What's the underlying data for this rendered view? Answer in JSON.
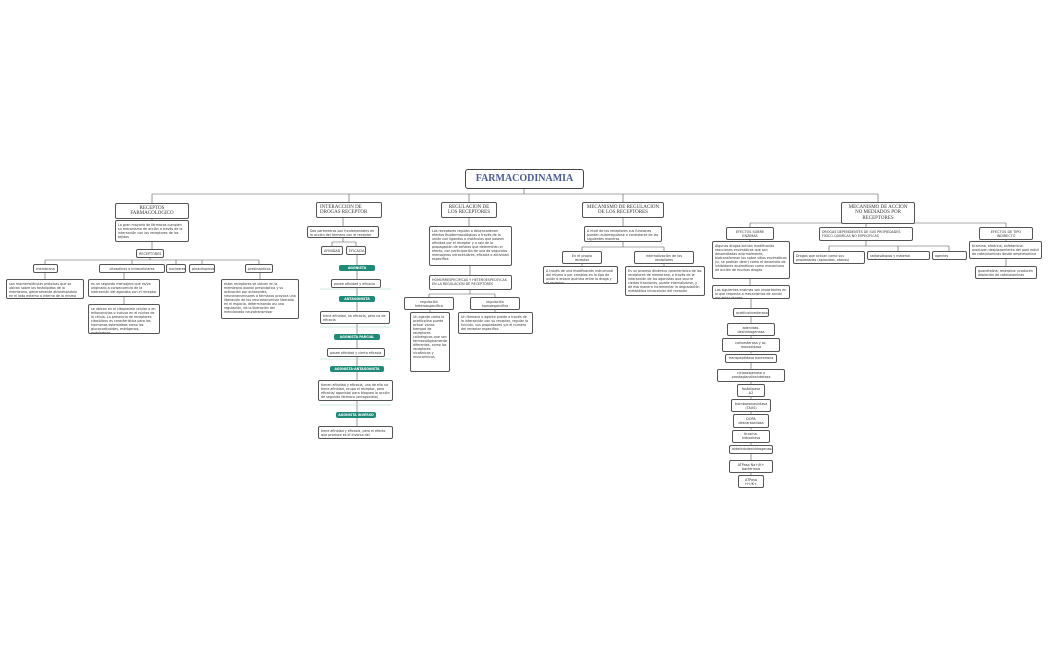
{
  "root": "FARMACODINAMIA",
  "branches": {
    "b1": {
      "title": "RECEPTOS FARMACOLOGICO",
      "desc": "La gran mayoría de fármacos cumplen su mecanismo de acción a través de la interacción con los receptores de los tejidos",
      "receptores": "RECEPTORES",
      "kinds": [
        "membrana",
        "citosolicos o intracelulares",
        "nucleares",
        "pinacitopicos",
        "presinapticos"
      ],
      "membrana_desc": "son macromoléculas proteicas que se ubican sobre las fosfolípidos de la membrana, generalmente atravesándolo en el lado externo o interno de la misma",
      "citosolicos_d1": "es un segundo mensajero que es/ve originado a consecuencia de la interacción del agonista con el receptor",
      "citosolicos_d2": "se ubican en el citoplasma celular o en mitocondrias o incluso en el núcleo de la célula. La presencia de receptores citosólicos es característica para las hormonas esteroideas como los glucocorticoides, estrógenos, andrógenos",
      "presinapticos_desc": "estos receptores se ubican en la membrana axonal presináptica y su activación por autacoides, neurotransmisores o fármacos provoca una liberación de los neurotransmisor liberado en el espacio, determinando así una regulación, de la liberación del mencionado neurotransmisor"
    },
    "b2": {
      "title": "INTERACCION DE DROGAS RECEPTOR",
      "desc": "Dos parámetros son fundamentales en la acción del fármaco con el receptor",
      "afinidad": "AFINIDAD",
      "eficacia": "EFICACIA",
      "tag1": "AGONISTA",
      "d1": "posee afinidad y eficacia",
      "tag2": "ANTAGONISTA",
      "d2": "tiene afinidad, no eficacia, pero no de eficacia",
      "tag3": "AGONISTA PARCIAL",
      "d3": "posee afinidad y cierta eficacia",
      "tag4": "AGONISTA-ANTAGONISTA",
      "d4": "tienen afinidad y eficacia, una de ella no tiene afinidad, ocupa el receptor, pero eficacia/ agonista/ para bloquea la acción de segundo fármaco (antagonista)",
      "tag5": "AGONISTA INVERSO",
      "d5": "tiene afinidad y eficacia, pero el efecto que produce es el inverso del antagonista"
    },
    "b3": {
      "title": "REGULACION DE LOS RECEPTORES",
      "desc": "Los receptores regulan o desencadenan efectos fisiotermacológicos a través de la unión con ligandos o moléculas que poseen afinidad por el receptor y a raíz de la propagación de señales que determinan el efecto, con participación de uno de segundos mensajeros intracelulares, eficacia o actividad específica",
      "sub": "HOMORRESPECIFICAS Y HETEROESPECIFICAS EN LA REGULACION DE RECEPTORES",
      "hetero": "regulación heteroespecífica",
      "homo": "regulación homoespecífica",
      "hetero_desc": "Un agente como la acetilcolina puede actuar varios tiempos de receptores colinérgicos que son farmacológicamente diferentes, como los receptores nicotínicos y muscarínicos",
      "homo_desc": "Un fármaco o agente puede a través de la interacción con su receptor, regular la función, sus propiedades y/o el número del receptor específico"
    },
    "b4": {
      "title": "MECANISMO DE REGULACION DE LOS RECEPTORES",
      "desc": "A nivel de los receptores sus funciones pueden autorregularse o controlarse de las siguientes maneras",
      "c1": "En el propio receptor",
      "c2": "internalización de los receptores",
      "c1_desc": "A través de una modificación estructural del mismo o por cambios en la tipo de unión o enlace químico entre la droga y el receptor",
      "c2_desc": "Es un proceso dinámico característico de los receptores de membrana, a través de la interacción de los agonistas que ocurre ciertas fracciones, puede internalizarse, y de esa manera incrementar la degradación metabólica intracelular del receptor"
    },
    "b5": {
      "title": "MECANISMO DE ACCION NO MEDIADOS POR RECEPTORES",
      "c1": "EFECTOS SOBRE ENZIMAS",
      "c2": "DROGAS DEPENDIENTES DE SUS PROPIEDADES FISICO-QUIMICAS NO ESPECIFICAS",
      "c3": "EFECTOS DE TIPO INDIRECTO",
      "c1_d1": "Algunas drogas actúan modificando reacciones enzimáticas que son desarrolladas anormalmente, biotransforman los sobre sitios enzimáticos (sí, se podrían decir) como el desarrollo de inhibidores enzimáticos como mecanismo de acción de muchas drogas",
      "c1_d2": "Las siguientes enzimas son importantes en lo que respecta a mecanismos de acción por estas drogas",
      "enzymes": [
        "acetilcolinesterasa",
        "adenilato-deshidrogenasa",
        "colinesterasa y ac. monoxidasa",
        "transpeptidasa bacteriana",
        "ciclooxigenasa o prostaglandinsintetasa",
        "fosfolipasa A2",
        "tromboxanosintasa (TAXS)",
        "DOPA descarboxilasa",
        "tirosina-hidroxilasa",
        "aldehidodeshidrogenasa",
        "ATPasa Na+/K+ bacteriana",
        "ATPasa H+/K+"
      ],
      "c2_d1": "Drogas que actúan como sus propiedades (aproxidas, etanos)",
      "c2_d2": "radioisótopos y material radiopaco",
      "c2_d3": "agentes quelantes",
      "c3_d1": "tiramina, efedrina, anfetamina: producen desplazamiento del pool móvil de catecolaminas desde amphetamine",
      "c3_d2": "guanetidina, reserpina: producen depleción de catecolaminas"
    }
  }
}
